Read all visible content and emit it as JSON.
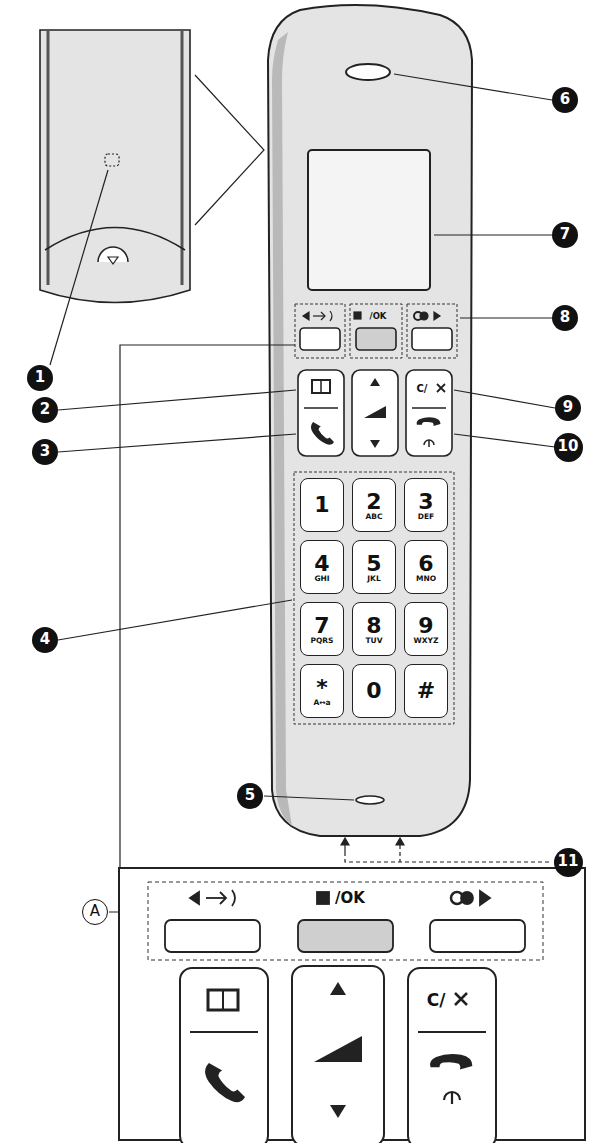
{
  "diagram": {
    "nodes": [
      {
        "text": [
          "1"
        ]
      },
      {
        "text": [
          "2"
        ]
      },
      {
        "text": [
          "3"
        ]
      },
      {
        "text": [
          "4"
        ]
      },
      {
        "text": [
          "5"
        ]
      },
      {
        "text": [
          "6"
        ]
      },
      {
        "text": [
          "7"
        ]
      },
      {
        "text": [
          "8"
        ]
      },
      {
        "text": [
          "9"
        ]
      },
      {
        "text": [
          "10"
        ]
      },
      {
        "text": [
          "11"
        ]
      },
      {
        "text": [
          "A"
        ]
      },
      {
        "text": [
          "1"
        ]
      },
      {
        "text": [
          "2",
          "ABC"
        ]
      },
      {
        "text": [
          "3",
          "DEF"
        ]
      },
      {
        "text": [
          "4",
          "GHI"
        ]
      },
      {
        "text": [
          "5",
          "JKL"
        ]
      },
      {
        "text": [
          "6",
          "MNO"
        ]
      },
      {
        "text": [
          "7",
          "PQRS"
        ]
      },
      {
        "text": [
          "8",
          "TUV"
        ]
      },
      {
        "text": [
          "9",
          "WXYZ"
        ]
      },
      {
        "text": [
          "*",
          "A↔a"
        ]
      },
      {
        "text": [
          "0"
        ]
      },
      {
        "text": [
          "#"
        ]
      }
    ],
    "labels": [
      "/OK",
      "C/",
      "/OK",
      "C/"
    ]
  }
}
